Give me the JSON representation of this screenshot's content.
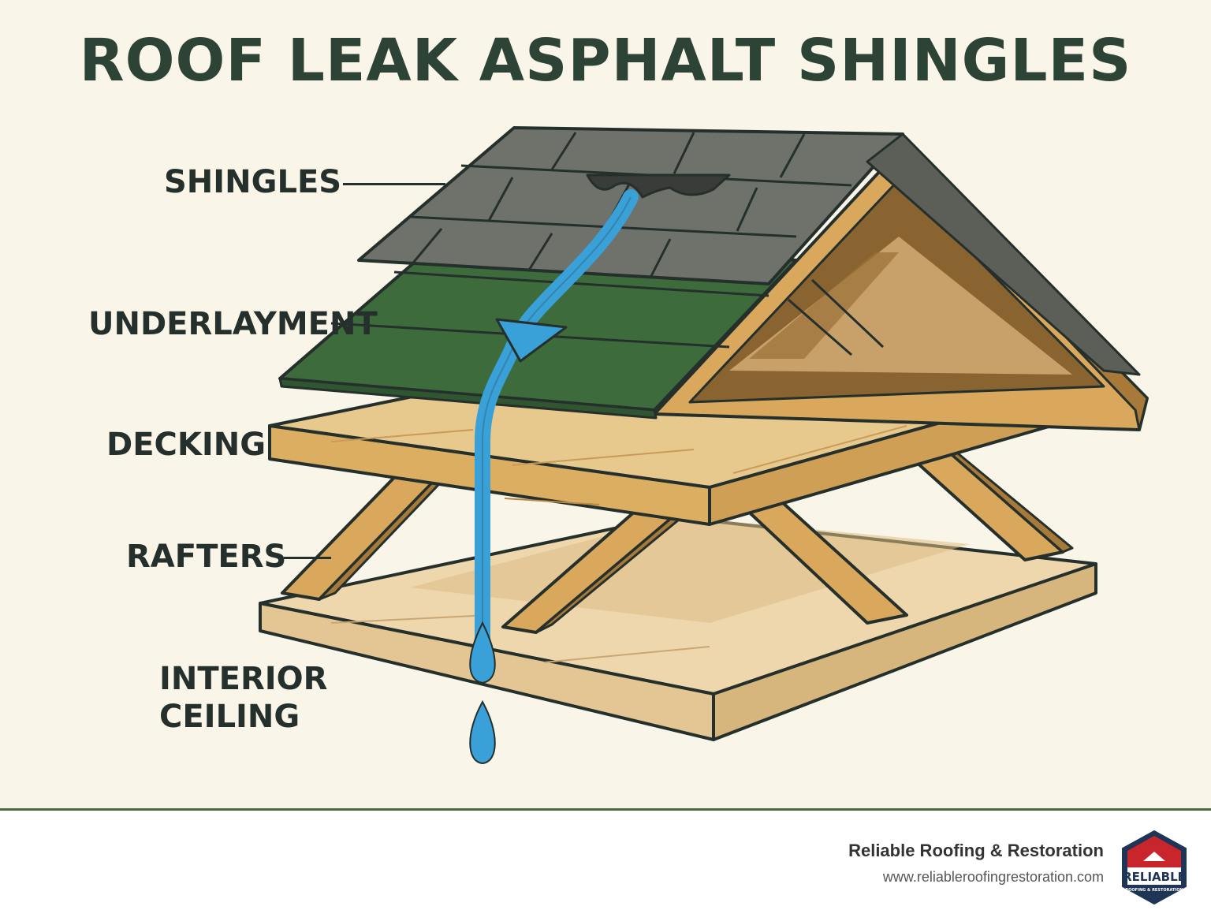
{
  "title": "ROOF LEAK ASPHALT SHINGLES",
  "labels": {
    "shingles": "SHINGLES",
    "underlayment": "UNDERLAYMENT",
    "decking": "DECKING",
    "rafters": "RAFTERS",
    "interior_line1": "INTERIOR",
    "interior_line2": "CEILING"
  },
  "footer": {
    "company_name": "Reliable Roofing & Restoration",
    "website": "www.reliableroofingrestoration.com",
    "logo_text": "RELIABLE",
    "logo_subtext": "ROOFING & RESTORATION"
  },
  "colors": {
    "title": "#2d4336",
    "label": "#25302c",
    "shingle": "#6f716b",
    "underlayment": "#3e6b3c",
    "wood": "#d9b06a",
    "wood_dark": "#b98a46",
    "ceiling": "#e8cfa3",
    "water": "#3aa0d8",
    "outline": "#25302c",
    "background": "#f9f5e8",
    "footer_rule": "#4a6b3f"
  },
  "icons": {
    "water_drop": "water-drop-icon",
    "logo": "house-shield-logo-icon"
  }
}
